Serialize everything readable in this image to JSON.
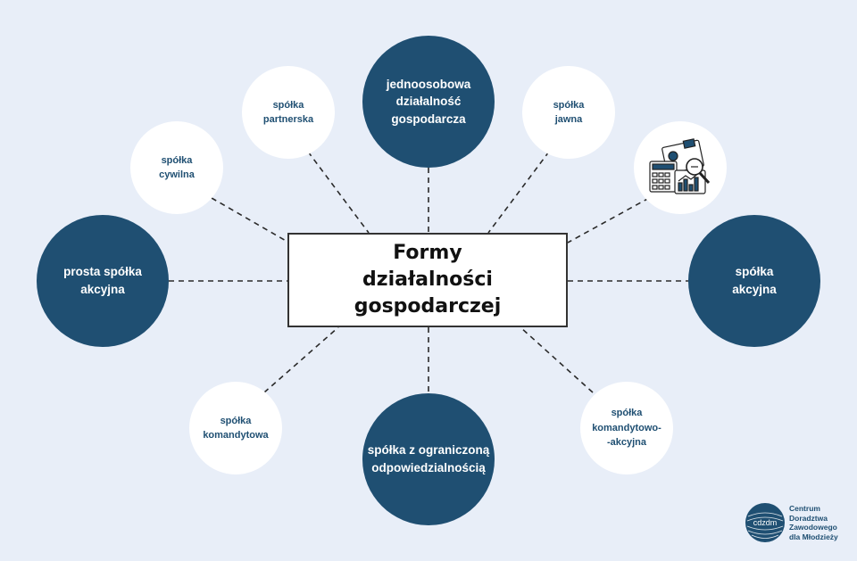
{
  "center": {
    "title": "Formy\ndziałalności\ngospodarczej"
  },
  "nodes": {
    "jednoosobowa": "jednoosobowa\ndziałalność\ngospodarcza",
    "spolka_z_oo": "spółka z ograniczoną\nodpowiedzialnością",
    "prosta_spolka_akcyjna": "prosta spółka\nakcyjna",
    "spolka_akcyjna": "spółka\nakcyjna",
    "spolka_partnerska": "spółka\npartnerska",
    "spolka_jawna": "spółka\njawna",
    "spolka_cywilna": "spółka\ncywilna",
    "spolka_komandytowa": "spółka\nkomandytowa",
    "spolka_komandytowo_akcyjna": "spółka\nkomandytowo-\n-akcyjna"
  },
  "illustration": {
    "icon": "finance-documents-icon"
  },
  "logo": {
    "mark": "cdzdm",
    "text": "Centrum\nDoradztwa\nZawodowego\ndla Młodzieży"
  },
  "colors": {
    "background": "#e8eef8",
    "dark_node": "#1f4f72",
    "light_node": "#ffffff",
    "connector": "#2a2a2a"
  }
}
